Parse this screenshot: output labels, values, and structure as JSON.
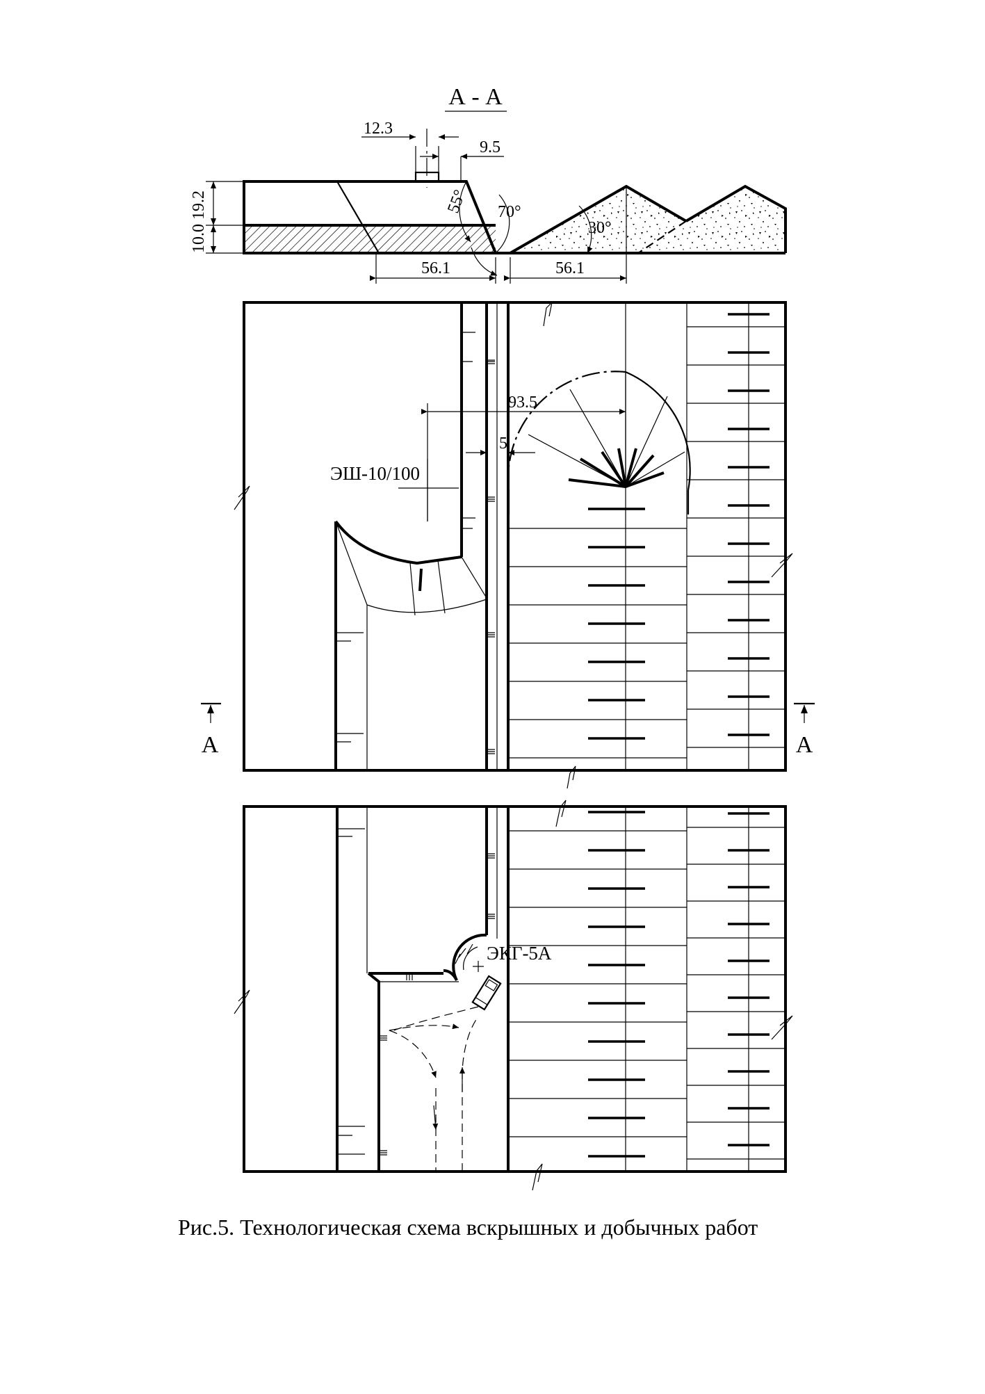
{
  "section_title": "А - А",
  "section_marker_left": "А",
  "section_marker_right": "А",
  "dimensions": {
    "d_12_3": "12.3",
    "d_9_5": "9.5",
    "d_height": "10.0 19.2",
    "d_56_1_left": "56.1",
    "d_56_1_right": "56.1",
    "d_93_5": "93.5",
    "d_5": "5"
  },
  "angles": {
    "a_55": "55°",
    "a_70": "70°",
    "a_30": "30°"
  },
  "equipment": {
    "dragline": "ЭШ-10/100",
    "shovel": "ЭКГ-5А"
  },
  "caption": "Рис.5. Технологическая схема вскрышных и добычных работ",
  "colors": {
    "line": "#000000",
    "background": "#ffffff"
  }
}
